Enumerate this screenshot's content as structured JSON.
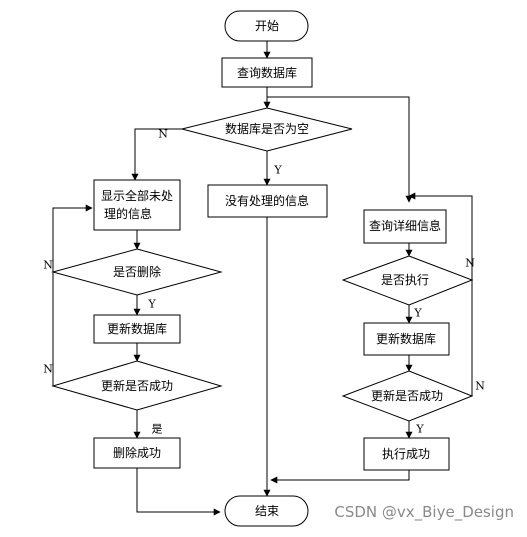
{
  "flowchart": {
    "nodes": {
      "start": "开始",
      "query_db": "查询数据库",
      "is_empty": "数据库是否为空",
      "show_all_1": "显示全部未处",
      "show_all_2": "理的信息",
      "no_info": "没有处理的信息",
      "query_detail": "查询详细信息",
      "delete_q": "是否删除",
      "execute_q": "是否执行",
      "update_db_left": "更新数据库",
      "update_db_right": "更新数据库",
      "update_ok_left": "更新是否成功",
      "update_ok_right": "更新是否成功",
      "delete_ok": "删除成功",
      "execute_ok": "执行成功",
      "end": "结束"
    },
    "edge_labels": {
      "empty_no": "N",
      "empty_yes": "Y",
      "delete_yes": "Y",
      "delete_no": "N",
      "update_left_no": "N",
      "update_left_yes": "是",
      "execute_yes": "Y",
      "execute_no": "N",
      "update_right_no": "N",
      "update_right_yes": "Y"
    }
  },
  "watermark": "CSDN @vx_Biye_Design"
}
